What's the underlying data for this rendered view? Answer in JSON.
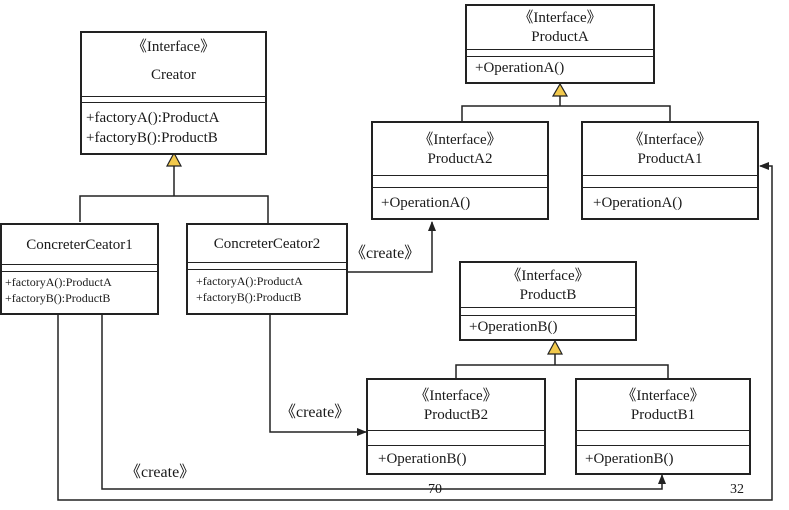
{
  "stereotype": "《Interface》",
  "create_label": "《create》",
  "creator": {
    "name": "Creator",
    "ops": [
      "+factoryA():ProductA",
      "+factoryB():ProductB"
    ]
  },
  "concrete1": {
    "name": "ConcreterCeator1",
    "ops": [
      "+factoryA():ProductA",
      "+factoryB():ProductB"
    ]
  },
  "concrete2": {
    "name": "ConcreterCeator2",
    "ops": [
      "+factoryA():ProductA",
      "+factoryB():ProductB"
    ]
  },
  "productA": {
    "name": "ProductA",
    "op": "+OperationA()"
  },
  "productA2": {
    "name": "ProductA2",
    "op": "+OperationA()"
  },
  "productA1": {
    "name": "ProductA1",
    "op": "+OperationA()"
  },
  "productB": {
    "name": "ProductB",
    "op": "+OperationB()"
  },
  "productB2": {
    "name": "ProductB2",
    "op": "+OperationB()"
  },
  "productB1": {
    "name": "ProductB1",
    "op": "+OperationB()"
  },
  "page_numbers": {
    "left": "70",
    "right": "32"
  },
  "colors": {
    "line": "#222222",
    "generalization_fill": "#f2c94c"
  }
}
